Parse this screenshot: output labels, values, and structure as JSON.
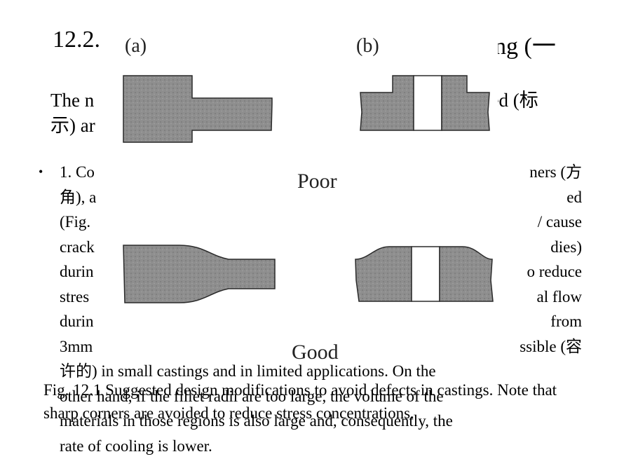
{
  "slide": {
    "title_start": "12.2.",
    "title_end": "ng (一",
    "intro_line1_start": "The n",
    "intro_line1_end": "ied (标",
    "intro_line2_start": "示) ar",
    "bullet_lines": [
      [
        "1. Co",
        "ners (方"
      ],
      [
        "角), a",
        "ed"
      ],
      [
        "(Fig.",
        "/ cause"
      ],
      [
        "crack",
        "dies)"
      ],
      [
        "durin",
        "o reduce"
      ],
      [
        "stres",
        "al flow"
      ],
      [
        "durin",
        "from"
      ],
      [
        "3mm",
        "ssible (容"
      ],
      [
        "许的) in small castings and in limited applications. On the",
        ""
      ],
      [
        "other hand, if the fillet radii are too large, the volume of the",
        ""
      ],
      [
        "materials in those regions is also large and, consequently, the",
        ""
      ],
      [
        "rate of cooling is lower.",
        ""
      ]
    ],
    "caption": "Fig. 12.1 Suggested design modifications to avoid defects in castings. Note that sharp corners are avoided to reduce stress concentrations."
  },
  "figure": {
    "label_a": "(a)",
    "label_b": "(b)",
    "label_poor": "Poor",
    "label_good": "Good",
    "part_fill": "#8c8c8c",
    "part_stroke": "#2a2a2a"
  }
}
